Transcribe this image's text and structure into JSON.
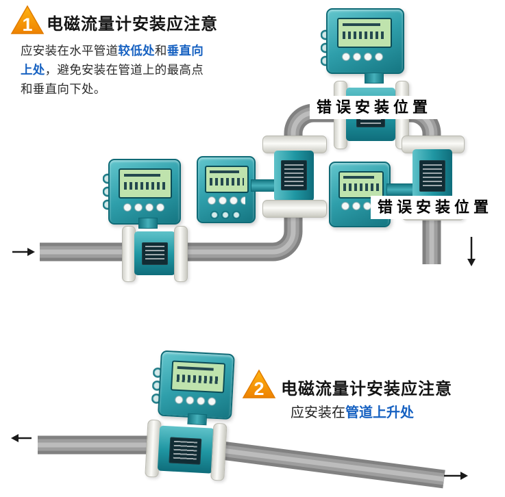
{
  "colors": {
    "teal": "#2a9fab",
    "teal_dark": "#0e6a76",
    "orange": "#f59b00",
    "highlight_blue": "#1661c1",
    "pipe_gray": "#8f8f8f",
    "lcd_green": "#bfe3ad"
  },
  "section1": {
    "badge": "1",
    "title": "电磁流量计安装应注意",
    "desc": {
      "t1": "应安装在水平管道",
      "h1": "较低处",
      "t2": "和",
      "h2": "垂直向上处",
      "t3": "，避免安装在管道上的最高点和垂直向下处。"
    },
    "wrong_label_top": "错误安装位置",
    "wrong_label_side": "错误安装位置"
  },
  "section2": {
    "badge": "2",
    "title": "电磁流量计安装应注意",
    "desc": {
      "t1": "应安装在",
      "h1": "管道上升处"
    }
  }
}
